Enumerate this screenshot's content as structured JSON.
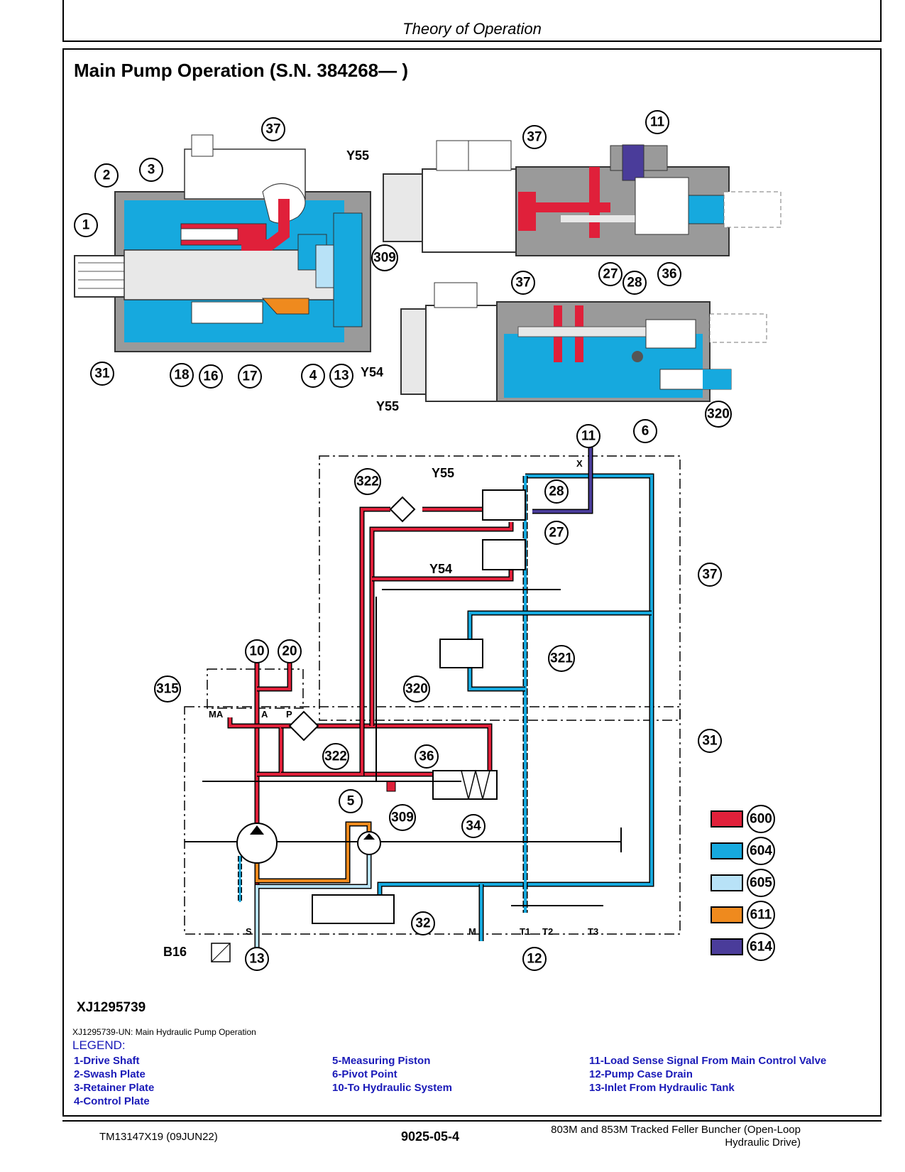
{
  "header": {
    "section_title": "Theory of Operation"
  },
  "page_title": "Main Pump Operation (S.N. 384268— )",
  "callouts": {
    "c1": "1",
    "c2": "2",
    "c3": "3",
    "c4": "4",
    "c5": "5",
    "c6": "6",
    "c10": "10",
    "c11": "11",
    "c12": "12",
    "c13": "13",
    "c16": "16",
    "c17": "17",
    "c18": "18",
    "c20": "20",
    "c27": "27",
    "c28": "28",
    "c31": "31",
    "c32": "32",
    "c34": "34",
    "c36": "36",
    "c37": "37",
    "c309": "309",
    "c315": "315",
    "c320": "320",
    "c321": "321",
    "c322": "322"
  },
  "component_labels": {
    "y55": "Y55",
    "y54": "Y54",
    "b16": "B16",
    "port_x": "X",
    "port_ma": "MA",
    "port_a": "A",
    "port_p": "P",
    "port_s": "S",
    "port_m": "M",
    "port_t1": "T1",
    "port_t2": "T2",
    "port_t3": "T3"
  },
  "color_key": [
    {
      "code": "600",
      "color": "#e0203a"
    },
    {
      "code": "604",
      "color": "#16a9de"
    },
    {
      "code": "605",
      "color": "#b8e2f7"
    },
    {
      "code": "611",
      "color": "#ef8a1e"
    },
    {
      "code": "614",
      "color": "#4a3c9a"
    }
  ],
  "figure": {
    "id": "XJ1295739",
    "caption": "XJ1295739-UN: Main Hydraulic Pump Operation"
  },
  "legend": {
    "heading": "LEGEND:",
    "items": [
      "1-Drive Shaft",
      "2-Swash Plate",
      "3-Retainer Plate",
      "4-Control Plate",
      "5-Measuring Piston",
      "6-Pivot Point",
      "10-To Hydraulic System",
      "11-Load Sense Signal From Main Control Valve",
      "12-Pump Case Drain",
      "13-Inlet From Hydraulic Tank"
    ]
  },
  "footer": {
    "doc_id": "TM13147X19 (09JUN22)",
    "page_number": "9025-05-4",
    "manual_title": "803M and 853M Tracked Feller Buncher (Open-Loop Hydraulic Drive)"
  }
}
